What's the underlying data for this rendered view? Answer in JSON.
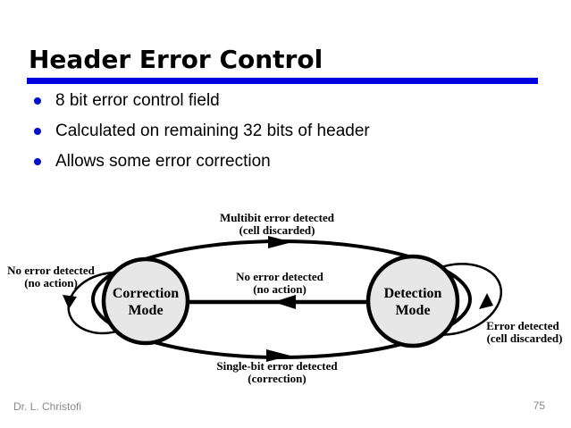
{
  "slide": {
    "title": "Header Error Control",
    "bullets": [
      {
        "label": "8 bit error control field"
      },
      {
        "label": "Calculated on remaining 32 bits of header"
      },
      {
        "label": "Allows some error correction"
      }
    ],
    "footer": {
      "author": "Dr. L. Christofi",
      "page_number": "75"
    },
    "colors": {
      "title_text": "#000000",
      "title_rule": "#0000e0",
      "bullet_dot": "#0011cc",
      "body_text": "#000000",
      "state_circle_fill": "#e7e7e7",
      "diagram_stroke": "#000000",
      "footer_text": "#8a8a8a"
    }
  },
  "diagram": {
    "states": {
      "correction": {
        "line1": "Correction",
        "line2": "Mode"
      },
      "detection": {
        "line1": "Detection",
        "line2": "Mode"
      }
    },
    "transitions": {
      "top": {
        "line1": "Multibit error detected",
        "line2": "(cell discarded)"
      },
      "middle": {
        "line1": "No error detected",
        "line2": "(no action)"
      },
      "bottom": {
        "line1": "Single-bit error detected",
        "line2": "(correction)"
      },
      "left_loop": {
        "line1": "No error detected",
        "line2": "(no action)"
      },
      "right_loop": {
        "line1": "Error detected",
        "line2": "(cell discarded)"
      }
    }
  }
}
